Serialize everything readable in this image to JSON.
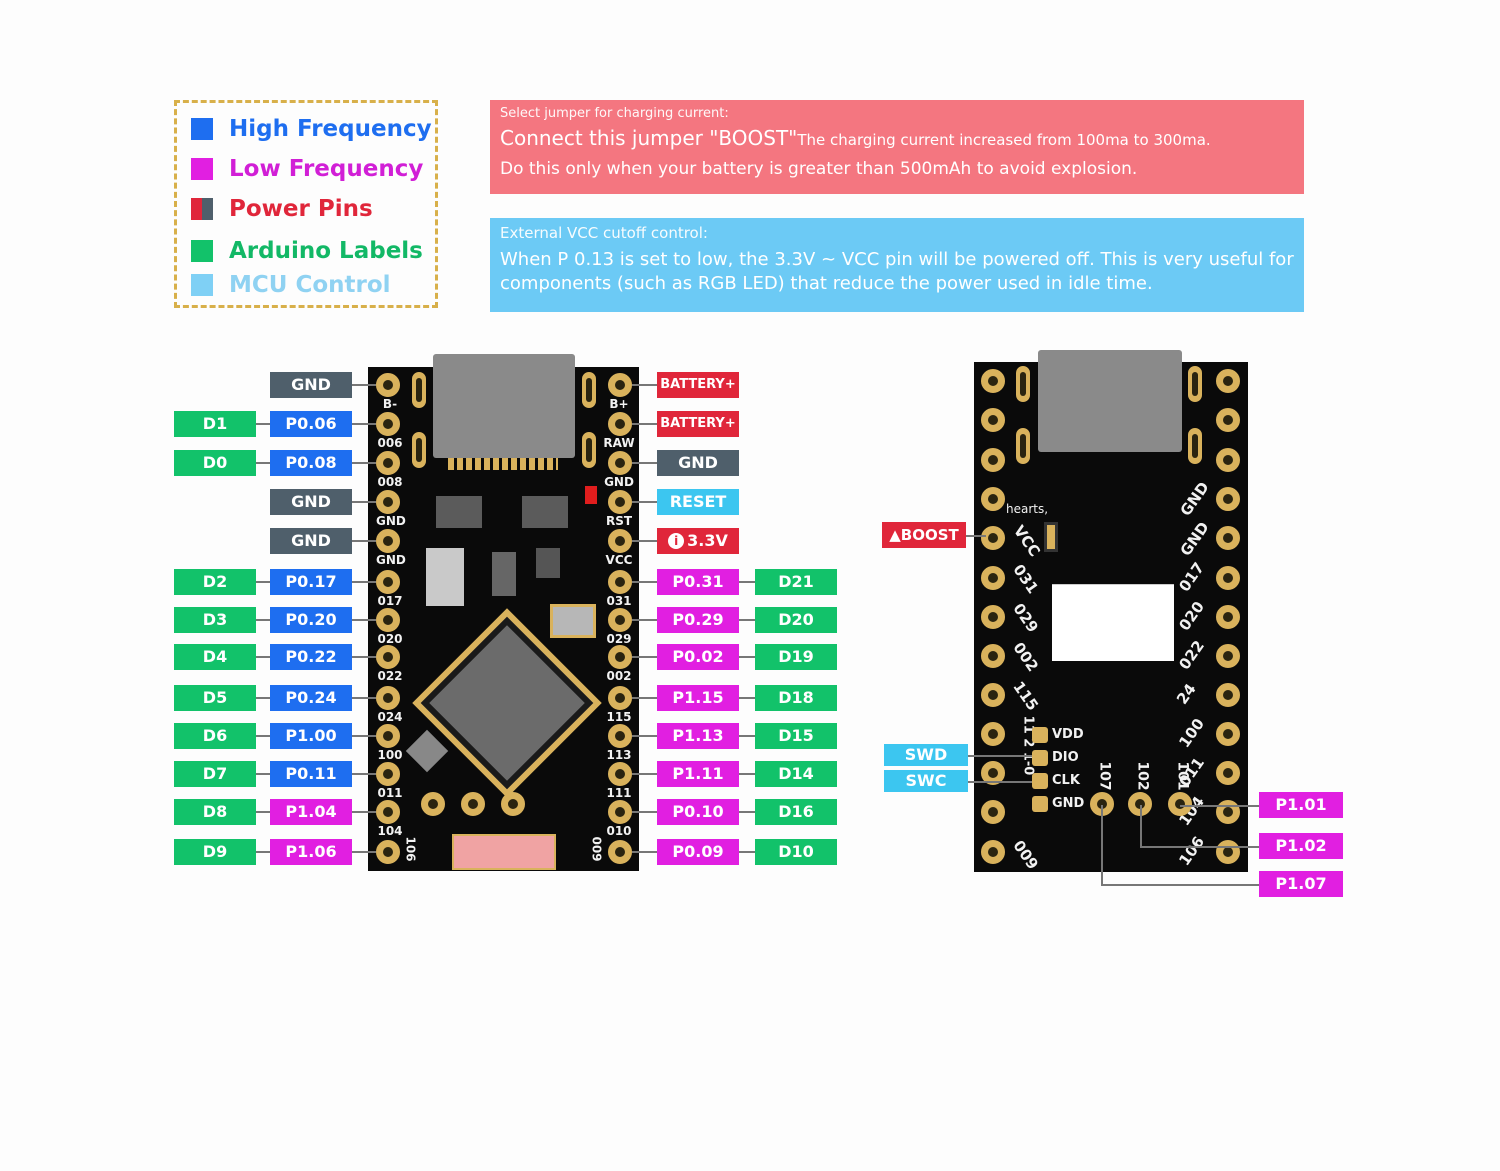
{
  "legend": {
    "items": [
      {
        "label": "High Frequency",
        "color": "#1e6ef0",
        "text_color": "#1e6ef0"
      },
      {
        "label": "Low Frequency",
        "color": "#e11fe1",
        "text_color": "#d11fd6"
      },
      {
        "label": "Power Pins",
        "color": "#e0263a",
        "text_color": "#e0263a"
      },
      {
        "label": "Arduino Labels",
        "color": "#12c26a",
        "text_color": "#12b866"
      },
      {
        "label": "MCU Control",
        "color": "#7fd0f5",
        "text_color": "#8fd2f2"
      }
    ]
  },
  "charging_note": {
    "heading": "Select jumper for charging current:",
    "line1_main": "Connect this jumper \"BOOST\"",
    "line1_small": "The charging current increased from 100ma to 300ma.",
    "line2": "Do this only when your battery is greater than 500mAh to avoid explosion.",
    "color": "#f47680"
  },
  "vcc_note": {
    "heading": "External VCC cutoff control:",
    "body": "When P 0.13 is set to low, the 3.3V ~ VCC pin will be powered off. This is very useful for components (such as RGB LED) that reduce the power used in idle time.",
    "color": "#6ccaf5"
  },
  "colors": {
    "arduino": "#12c26a",
    "high_freq": "#1e6ef0",
    "low_freq": "#e11fe1",
    "power": "#e0263a",
    "ground": "#4f5f6b",
    "mcu": "#3cc6f0"
  },
  "front_left": [
    {
      "arduino": "",
      "pin": "GND",
      "type": "ground",
      "silk": "B-"
    },
    {
      "arduino": "D1",
      "pin": "P0.06",
      "type": "high_freq",
      "silk": "006"
    },
    {
      "arduino": "D0",
      "pin": "P0.08",
      "type": "high_freq",
      "silk": "008"
    },
    {
      "arduino": "",
      "pin": "GND",
      "type": "ground",
      "silk": "GND"
    },
    {
      "arduino": "",
      "pin": "GND",
      "type": "ground",
      "silk": "GND"
    },
    {
      "arduino": "D2",
      "pin": "P0.17",
      "type": "high_freq",
      "silk": "017"
    },
    {
      "arduino": "D3",
      "pin": "P0.20",
      "type": "high_freq",
      "silk": "020"
    },
    {
      "arduino": "D4",
      "pin": "P0.22",
      "type": "high_freq",
      "silk": "022"
    },
    {
      "arduino": "D5",
      "pin": "P0.24",
      "type": "high_freq",
      "silk": "024"
    },
    {
      "arduino": "D6",
      "pin": "P1.00",
      "type": "high_freq",
      "silk": "100"
    },
    {
      "arduino": "D7",
      "pin": "P0.11",
      "type": "high_freq",
      "silk": "011"
    },
    {
      "arduino": "D8",
      "pin": "P1.04",
      "type": "low_freq",
      "silk": "104"
    },
    {
      "arduino": "D9",
      "pin": "P1.06",
      "type": "low_freq",
      "silk": "106"
    }
  ],
  "front_right": [
    {
      "pin": "BATTERY+",
      "type": "power",
      "arduino": "",
      "silk": "B+"
    },
    {
      "pin": "BATTERY+",
      "type": "power",
      "arduino": "",
      "silk": "RAW"
    },
    {
      "pin": "GND",
      "type": "ground",
      "arduino": "",
      "silk": "GND"
    },
    {
      "pin": "RESET",
      "type": "mcu",
      "arduino": "",
      "silk": "RST"
    },
    {
      "pin": "3.3V",
      "type": "power",
      "arduino": "",
      "silk": "VCC",
      "info": "i"
    },
    {
      "pin": "P0.31",
      "type": "low_freq",
      "arduino": "D21",
      "silk": "031"
    },
    {
      "pin": "P0.29",
      "type": "low_freq",
      "arduino": "D20",
      "silk": "029"
    },
    {
      "pin": "P0.02",
      "type": "low_freq",
      "arduino": "D19",
      "silk": "002"
    },
    {
      "pin": "P1.15",
      "type": "low_freq",
      "arduino": "D18",
      "silk": "115"
    },
    {
      "pin": "P1.13",
      "type": "low_freq",
      "arduino": "D15",
      "silk": "113"
    },
    {
      "pin": "P1.11",
      "type": "low_freq",
      "arduino": "D14",
      "silk": "111"
    },
    {
      "pin": "P0.10",
      "type": "low_freq",
      "arduino": "D16",
      "silk": "010"
    },
    {
      "pin": "P0.09",
      "type": "low_freq",
      "arduino": "D10",
      "silk": "009"
    }
  ],
  "back": {
    "boost_label": "BOOST",
    "boost_icon": "warning-icon",
    "swd_label": "SWD",
    "swc_label": "SWC",
    "debug_pads": [
      "VDD",
      "DIO",
      "CLK",
      "GND"
    ],
    "hearts_text": "hearts,",
    "left_silk": [
      "VCC",
      "031",
      "029",
      "002",
      "115",
      "11 2 1-0"
    ],
    "right_silk": [
      "GND",
      "GND",
      "017",
      "020",
      "022",
      "24",
      "100",
      "011",
      "104",
      "106"
    ],
    "bottom_silk": [
      "107",
      "102",
      "101",
      "009"
    ],
    "bottom_tags": [
      {
        "label": "P1.01"
      },
      {
        "label": "P1.02"
      },
      {
        "label": "P1.07"
      }
    ]
  }
}
